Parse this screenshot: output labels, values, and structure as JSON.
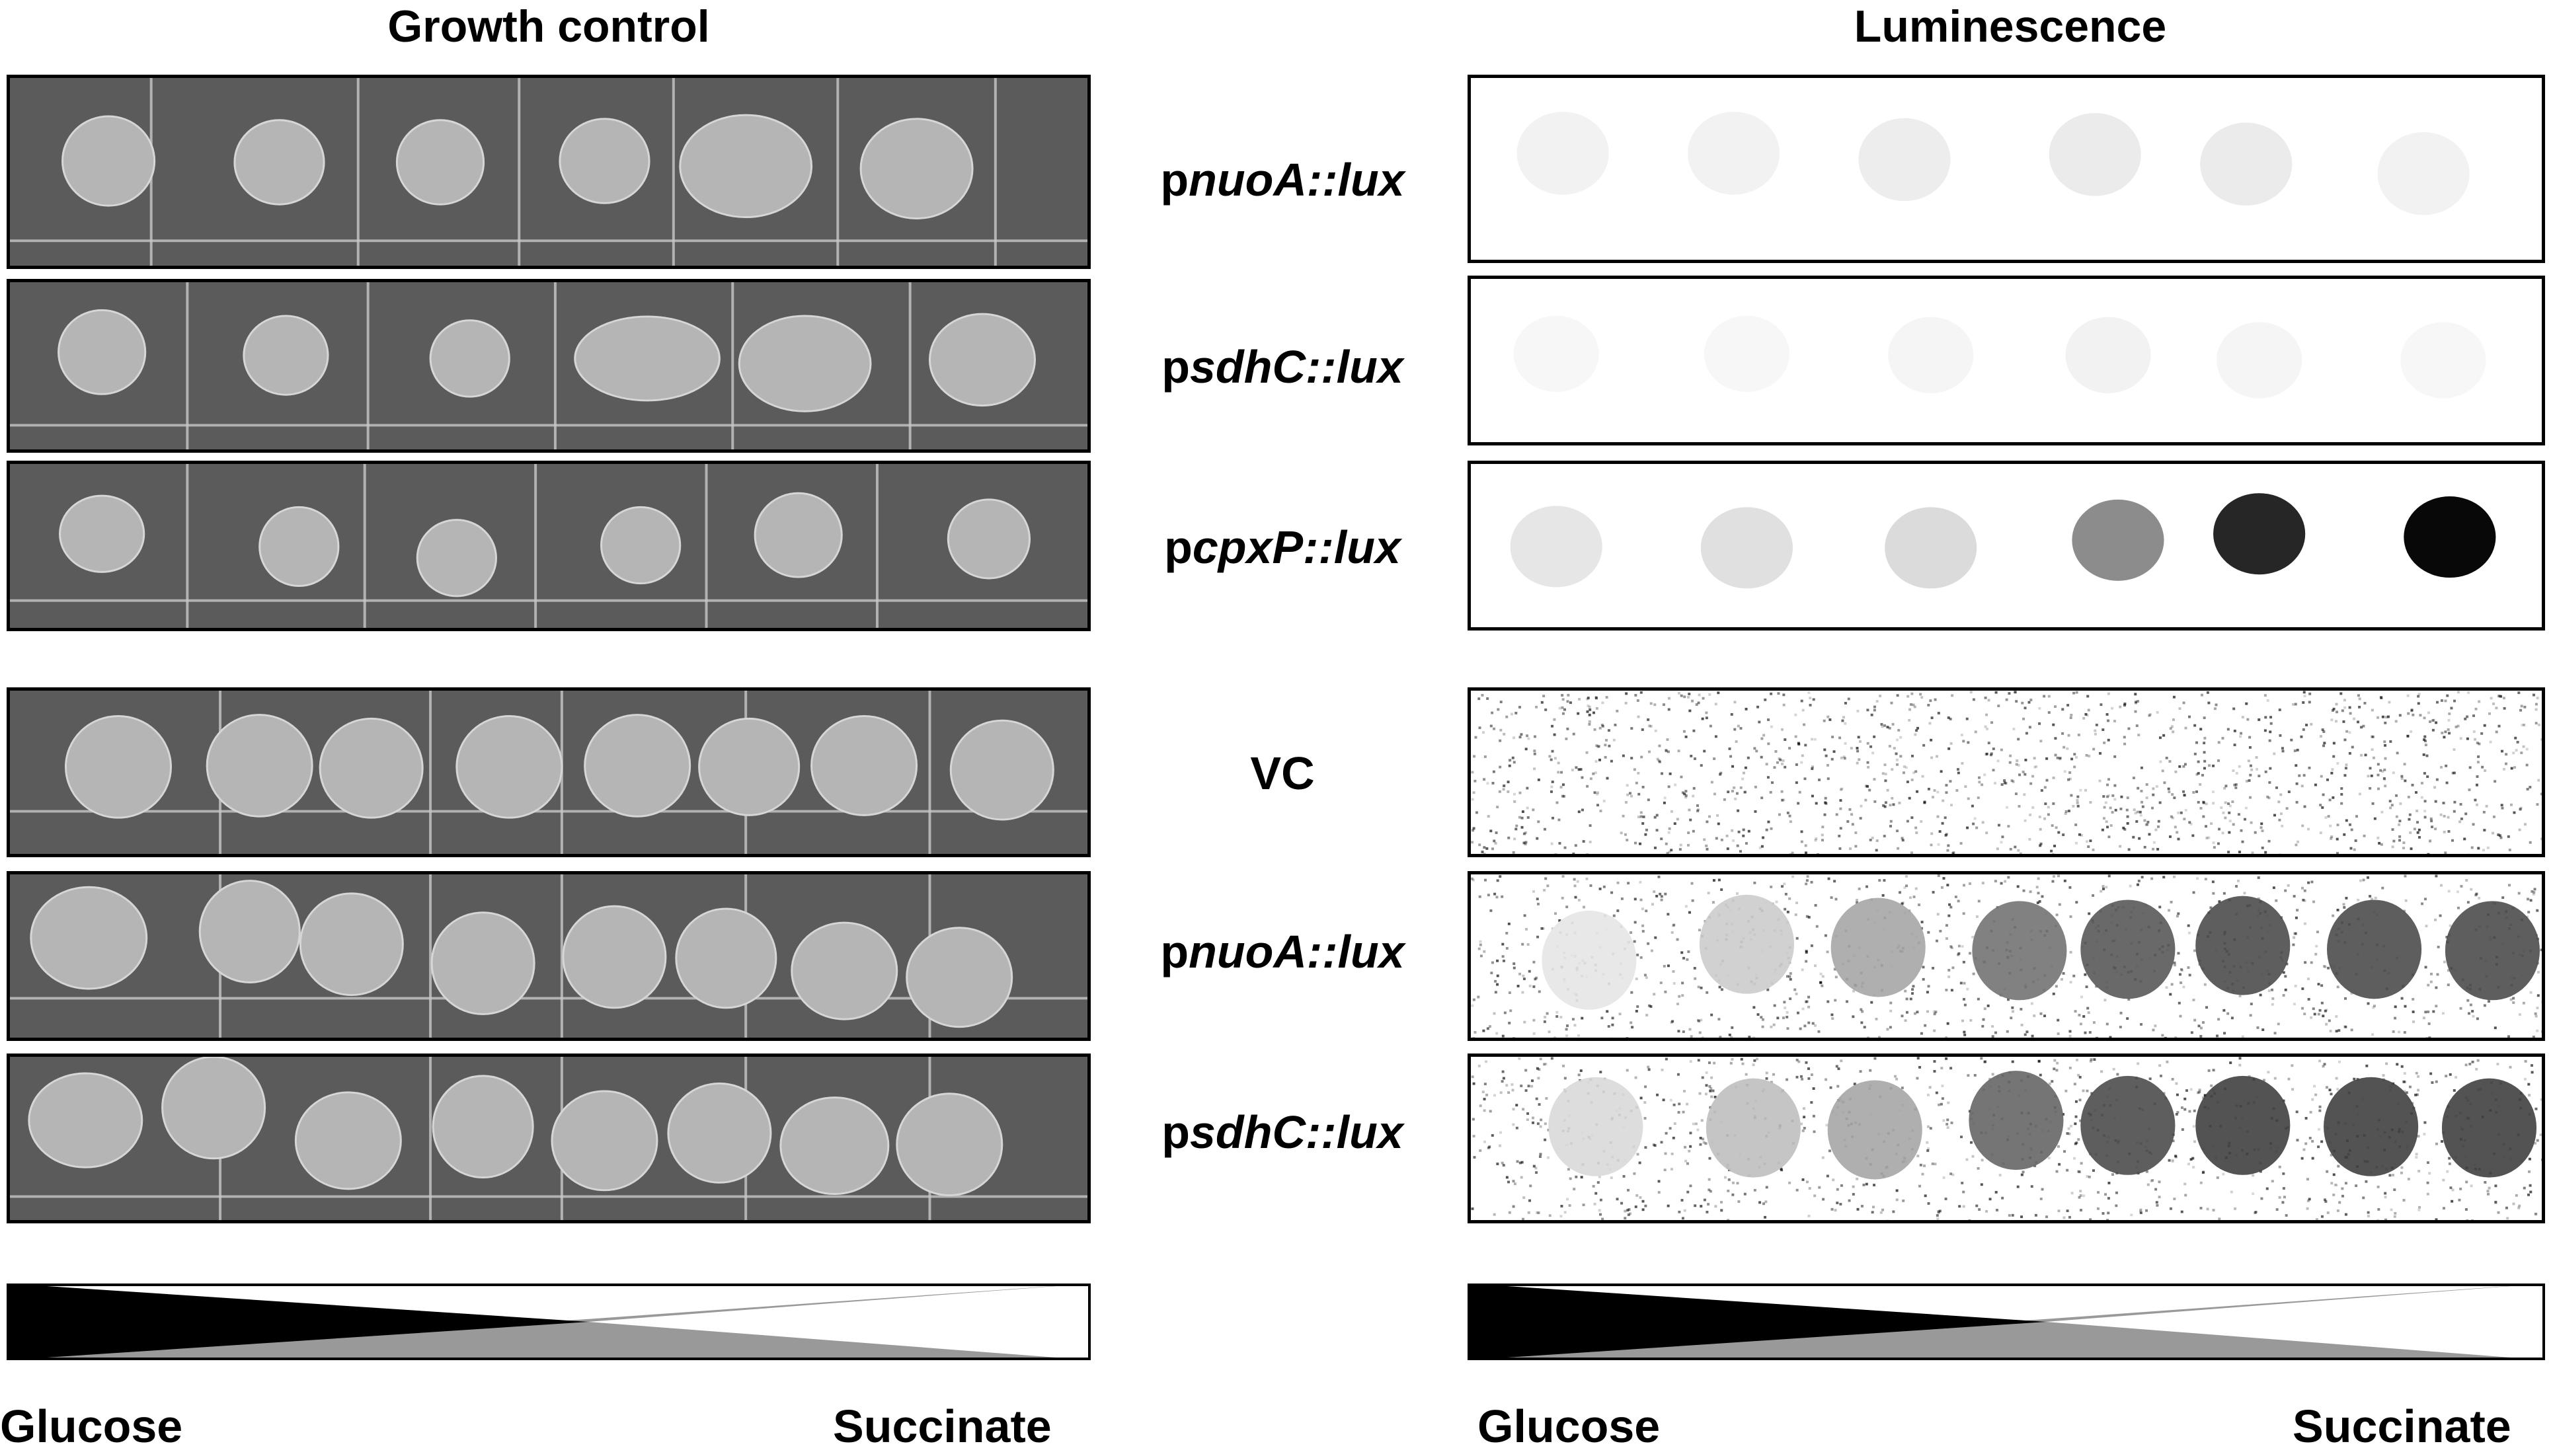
{
  "headers": {
    "left": "Growth control",
    "right": "Luminescence"
  },
  "top_group": {
    "rows": [
      {
        "prefix": "p",
        "gene": "nuoA::lux",
        "lum_spots": [
          0.05,
          0.05,
          0.07,
          0.08,
          0.08,
          0.05
        ]
      },
      {
        "prefix": "p",
        "gene": "sdhC::lux",
        "lum_spots": [
          0.03,
          0.03,
          0.04,
          0.05,
          0.04,
          0.03
        ]
      },
      {
        "prefix": "p",
        "gene": "cpxP::lux",
        "lum_spots": [
          0.1,
          0.12,
          0.14,
          0.45,
          0.85,
          0.97
        ]
      }
    ]
  },
  "bottom_group": {
    "rows": [
      {
        "prefix": "",
        "gene": "VC",
        "lum_spots": [
          0,
          0,
          0,
          0,
          0,
          0,
          0,
          0
        ]
      },
      {
        "prefix": "p",
        "gene": "nuoA::lux",
        "lum_spots": [
          0.1,
          0.2,
          0.35,
          0.55,
          0.65,
          0.7,
          0.7,
          0.7
        ]
      },
      {
        "prefix": "p",
        "gene": "sdhC::lux",
        "lum_spots": [
          0.15,
          0.25,
          0.35,
          0.6,
          0.7,
          0.75,
          0.75,
          0.75
        ]
      }
    ]
  },
  "gradient": {
    "left_label": "Glucose",
    "right_label": "Succinate"
  },
  "colors": {
    "plate_bg": "#5b5b5b",
    "colony": "#b5b5b5",
    "grid_line": "#c8c8c8",
    "wedge_black": "#000000",
    "wedge_grey": "#999999"
  }
}
